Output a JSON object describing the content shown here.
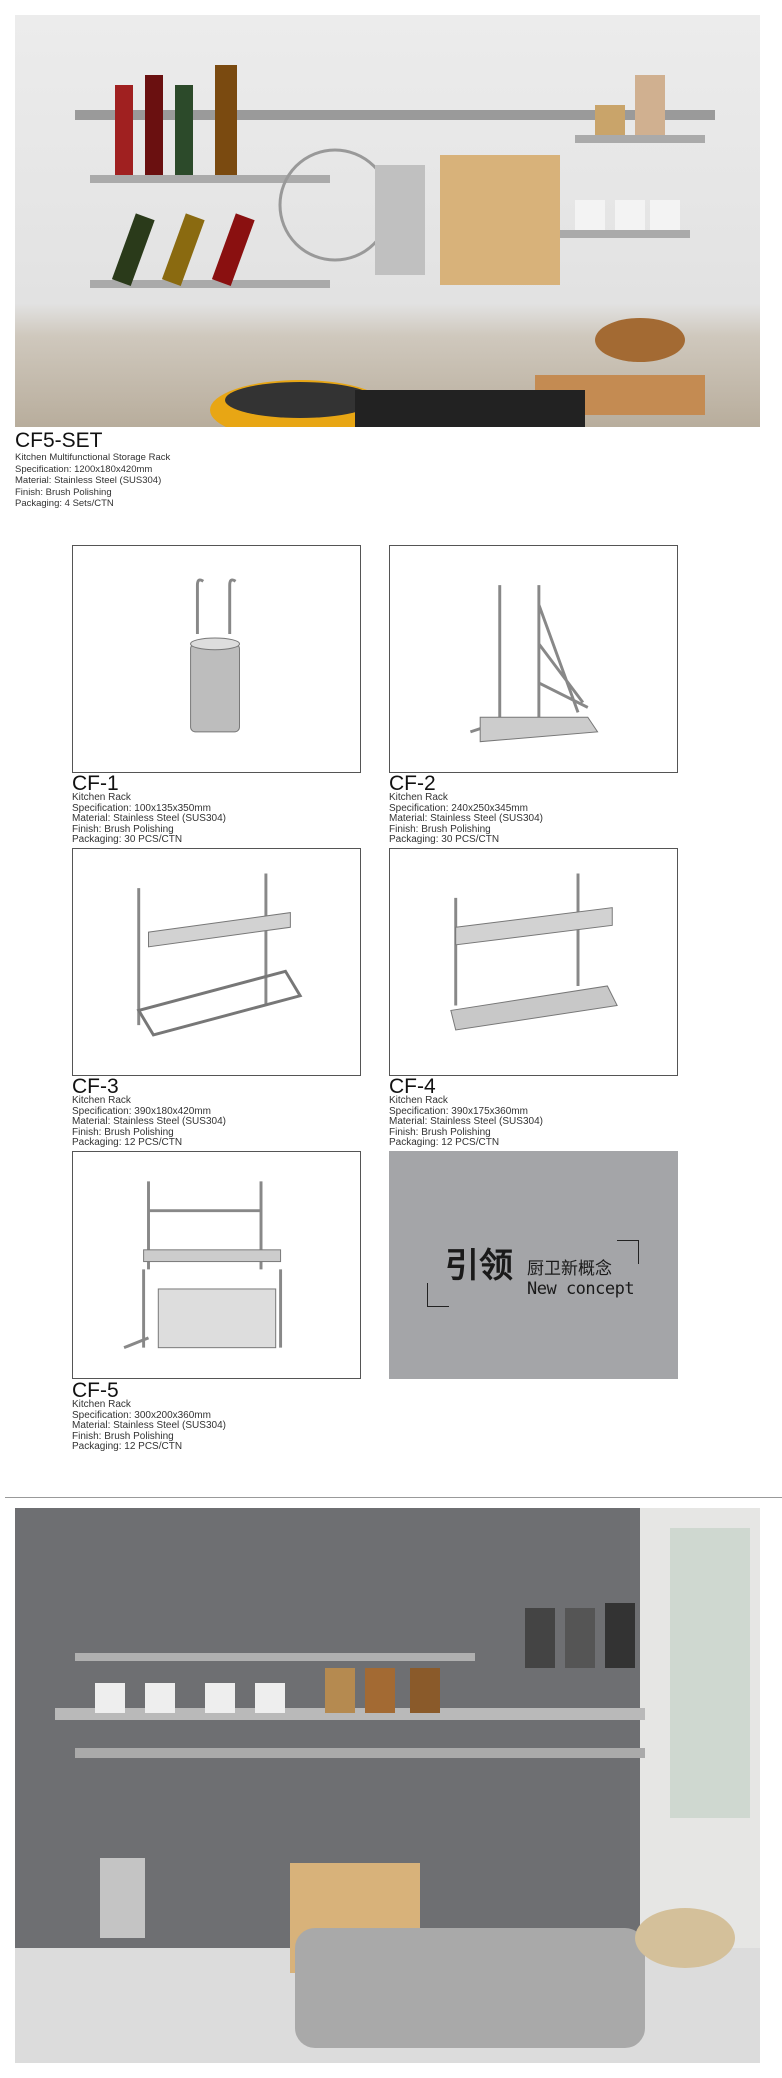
{
  "hero": {
    "code": "CF5-SET",
    "lines": [
      "Kitchen Multifunctional Storage Rack",
      "Specification: 1200x180x420mm",
      "Material: Stainless Steel (SUS304)",
      "Finish: Brush Polishing",
      "Packaging: 4 Sets/CTN"
    ]
  },
  "products": [
    {
      "code": "CF-1",
      "lines": [
        "Kitchen Rack",
        "Specification: 100x135x350mm",
        "Material: Stainless Steel (SUS304)",
        "Finish: Brush Polishing",
        "Packaging: 30 PCS/CTN"
      ]
    },
    {
      "code": "CF-2",
      "lines": [
        "Kitchen Rack",
        "Specification: 240x250x345mm",
        "Material: Stainless Steel (SUS304)",
        "Finish: Brush Polishing",
        "Packaging: 30 PCS/CTN"
      ]
    },
    {
      "code": "CF-3",
      "lines": [
        "Kitchen Rack",
        "Specification: 390x180x420mm",
        "Material: Stainless Steel (SUS304)",
        "Finish: Brush Polishing",
        "Packaging: 12 PCS/CTN"
      ]
    },
    {
      "code": "CF-4",
      "lines": [
        "Kitchen Rack",
        "Specification: 390x175x360mm",
        "Material: Stainless Steel (SUS304)",
        "Finish: Brush Polishing",
        "Packaging: 12 PCS/CTN"
      ]
    },
    {
      "code": "CF-5",
      "lines": [
        "Kitchen Rack",
        "Specification: 300x200x360mm",
        "Material: Stainless Steel (SUS304)",
        "Finish: Brush Polishing",
        "Packaging: 12 PCS/CTN"
      ]
    }
  ],
  "concept": {
    "big": "引领",
    "small": "厨卫新概念",
    "english": "New concept"
  }
}
